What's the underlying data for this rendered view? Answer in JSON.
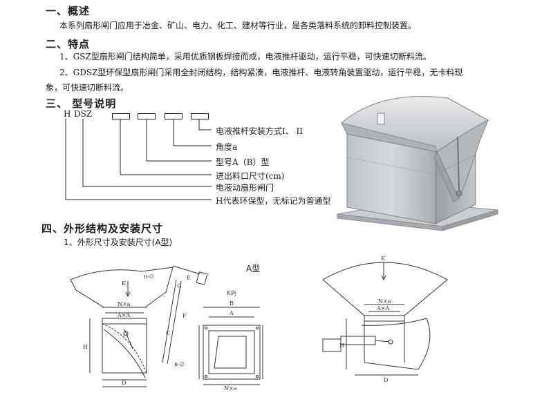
{
  "overview": {
    "heading": "一、概述",
    "text": "本系列扇形闸门应用于冶金、矿山、电力、化工、建材等行业，是各类落料系统的卸料控制装置。"
  },
  "features": {
    "heading": "二、特点",
    "item1": "1、GSZ型扇形闸门结构简单，采用优质钢板焊接而成，电液推杆驱动，运行平稳，可快速切断料流。",
    "item2_line1": "2、GDSZ型环保型扇形闸门采用全封闭结构，结构紧凑，电液推杆、电液转角装置驱动，运行平稳，无卡料现",
    "item2_line2": "象，可快速切断料流。"
  },
  "model": {
    "heading": "三、  型号说明",
    "prefix_h": "H",
    "prefix_dsz": "DSZ",
    "labels": [
      "电液推杆安装方式I、  II",
      "角度a",
      "型号A（B）型",
      "进出料口尺寸(cm)",
      "电液动扇形闸门",
      "H代表环保型，无标记为普通型"
    ]
  },
  "structure": {
    "heading": "四、外形结构及安装尺寸",
    "subheading": "1、外形尺寸及安装尺寸(A型)"
  },
  "drawing": {
    "title": "A型",
    "kview": "K向",
    "k": "K",
    "n_phi": "n-∅",
    "nxa": "N×a",
    "axa": "A×A",
    "h": "H",
    "d": "D",
    "b": "B",
    "a": "A",
    "c": "C",
    "e": "E",
    "f": "F",
    "g": "G"
  },
  "colors": {
    "text": "#1a1a1a",
    "line": "#333333",
    "metal_light": "#d4d6d8",
    "metal_dark": "#9a9ea3"
  }
}
